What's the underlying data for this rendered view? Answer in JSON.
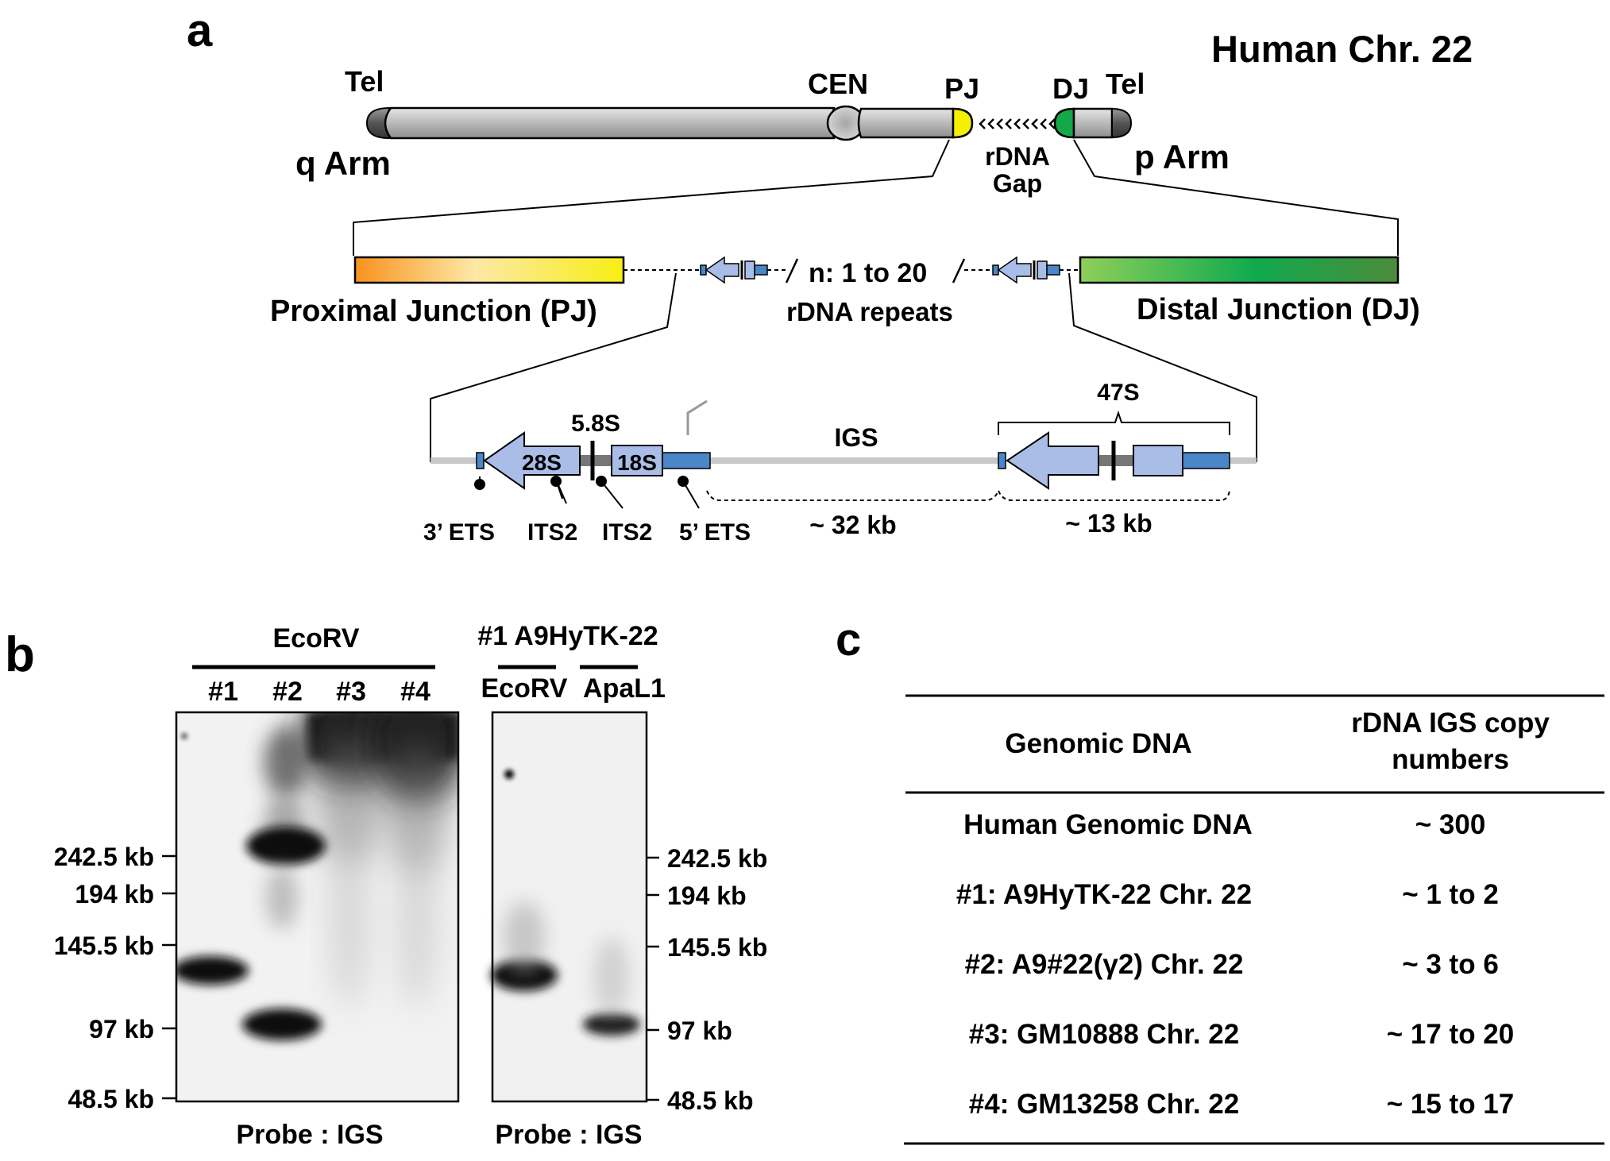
{
  "panel_a": {
    "letter": "a",
    "title": "Human Chr. 22",
    "chromosome": {
      "tel_left": "Tel",
      "tel_right": "Tel",
      "cen": "CEN",
      "pj": "PJ",
      "dj": "DJ",
      "q_arm": "q Arm",
      "p_arm": "p Arm",
      "gap_line1": "rDNA",
      "gap_line2": "Gap"
    },
    "junctions": {
      "proximal": "Proximal Junction (PJ)",
      "distal": "Distal Junction (DJ)",
      "repeat_count": "n: 1 to 20",
      "repeat_label": "rDNA repeats"
    },
    "unit": {
      "s28": "28S",
      "s58": "5.8S",
      "s18": "18S",
      "igs": "IGS",
      "s47": "47S",
      "ets3": "3’ ETS",
      "its2_a": "ITS2",
      "its2_b": "ITS2",
      "ets5": "5’ ETS",
      "size_igs": "~ 32 kb",
      "size_47s": "~ 13 kb"
    },
    "colors": {
      "chromosome_gray": "#b7b7b7",
      "pj_yellow": "#f5f000",
      "dj_green": "#13a84a",
      "rdna_blue": "#a9bde6",
      "ets_blue": "#4a86c8"
    }
  },
  "panel_b": {
    "letter": "b",
    "blot1": {
      "enzyme": "EcoRV",
      "lanes": [
        "#1",
        "#2",
        "#3",
        "#4"
      ],
      "probe": "Probe : IGS"
    },
    "blot2": {
      "sample": "#1 A9HyTK-22",
      "enzymes": [
        "EcoRV",
        "ApaL1"
      ],
      "probe": "Probe : IGS"
    },
    "markers": [
      "242.5 kb",
      "194 kb",
      "145.5 kb",
      "97 kb",
      "48.5 kb"
    ]
  },
  "panel_c": {
    "letter": "c",
    "headers": [
      "Genomic DNA",
      "rDNA IGS copy",
      "numbers"
    ],
    "rows": [
      {
        "dna": "Human Genomic DNA",
        "copies": "~ 300"
      },
      {
        "dna": "#1: A9HyTK-22 Chr. 22",
        "copies": "~ 1 to 2"
      },
      {
        "dna": "#2: A9#22(γ2) Chr. 22",
        "copies": "~ 3 to 6"
      },
      {
        "dna": "#3: GM10888 Chr. 22",
        "copies": "~ 17 to 20"
      },
      {
        "dna": "#4: GM13258 Chr. 22",
        "copies": "~ 15 to 17"
      }
    ]
  }
}
